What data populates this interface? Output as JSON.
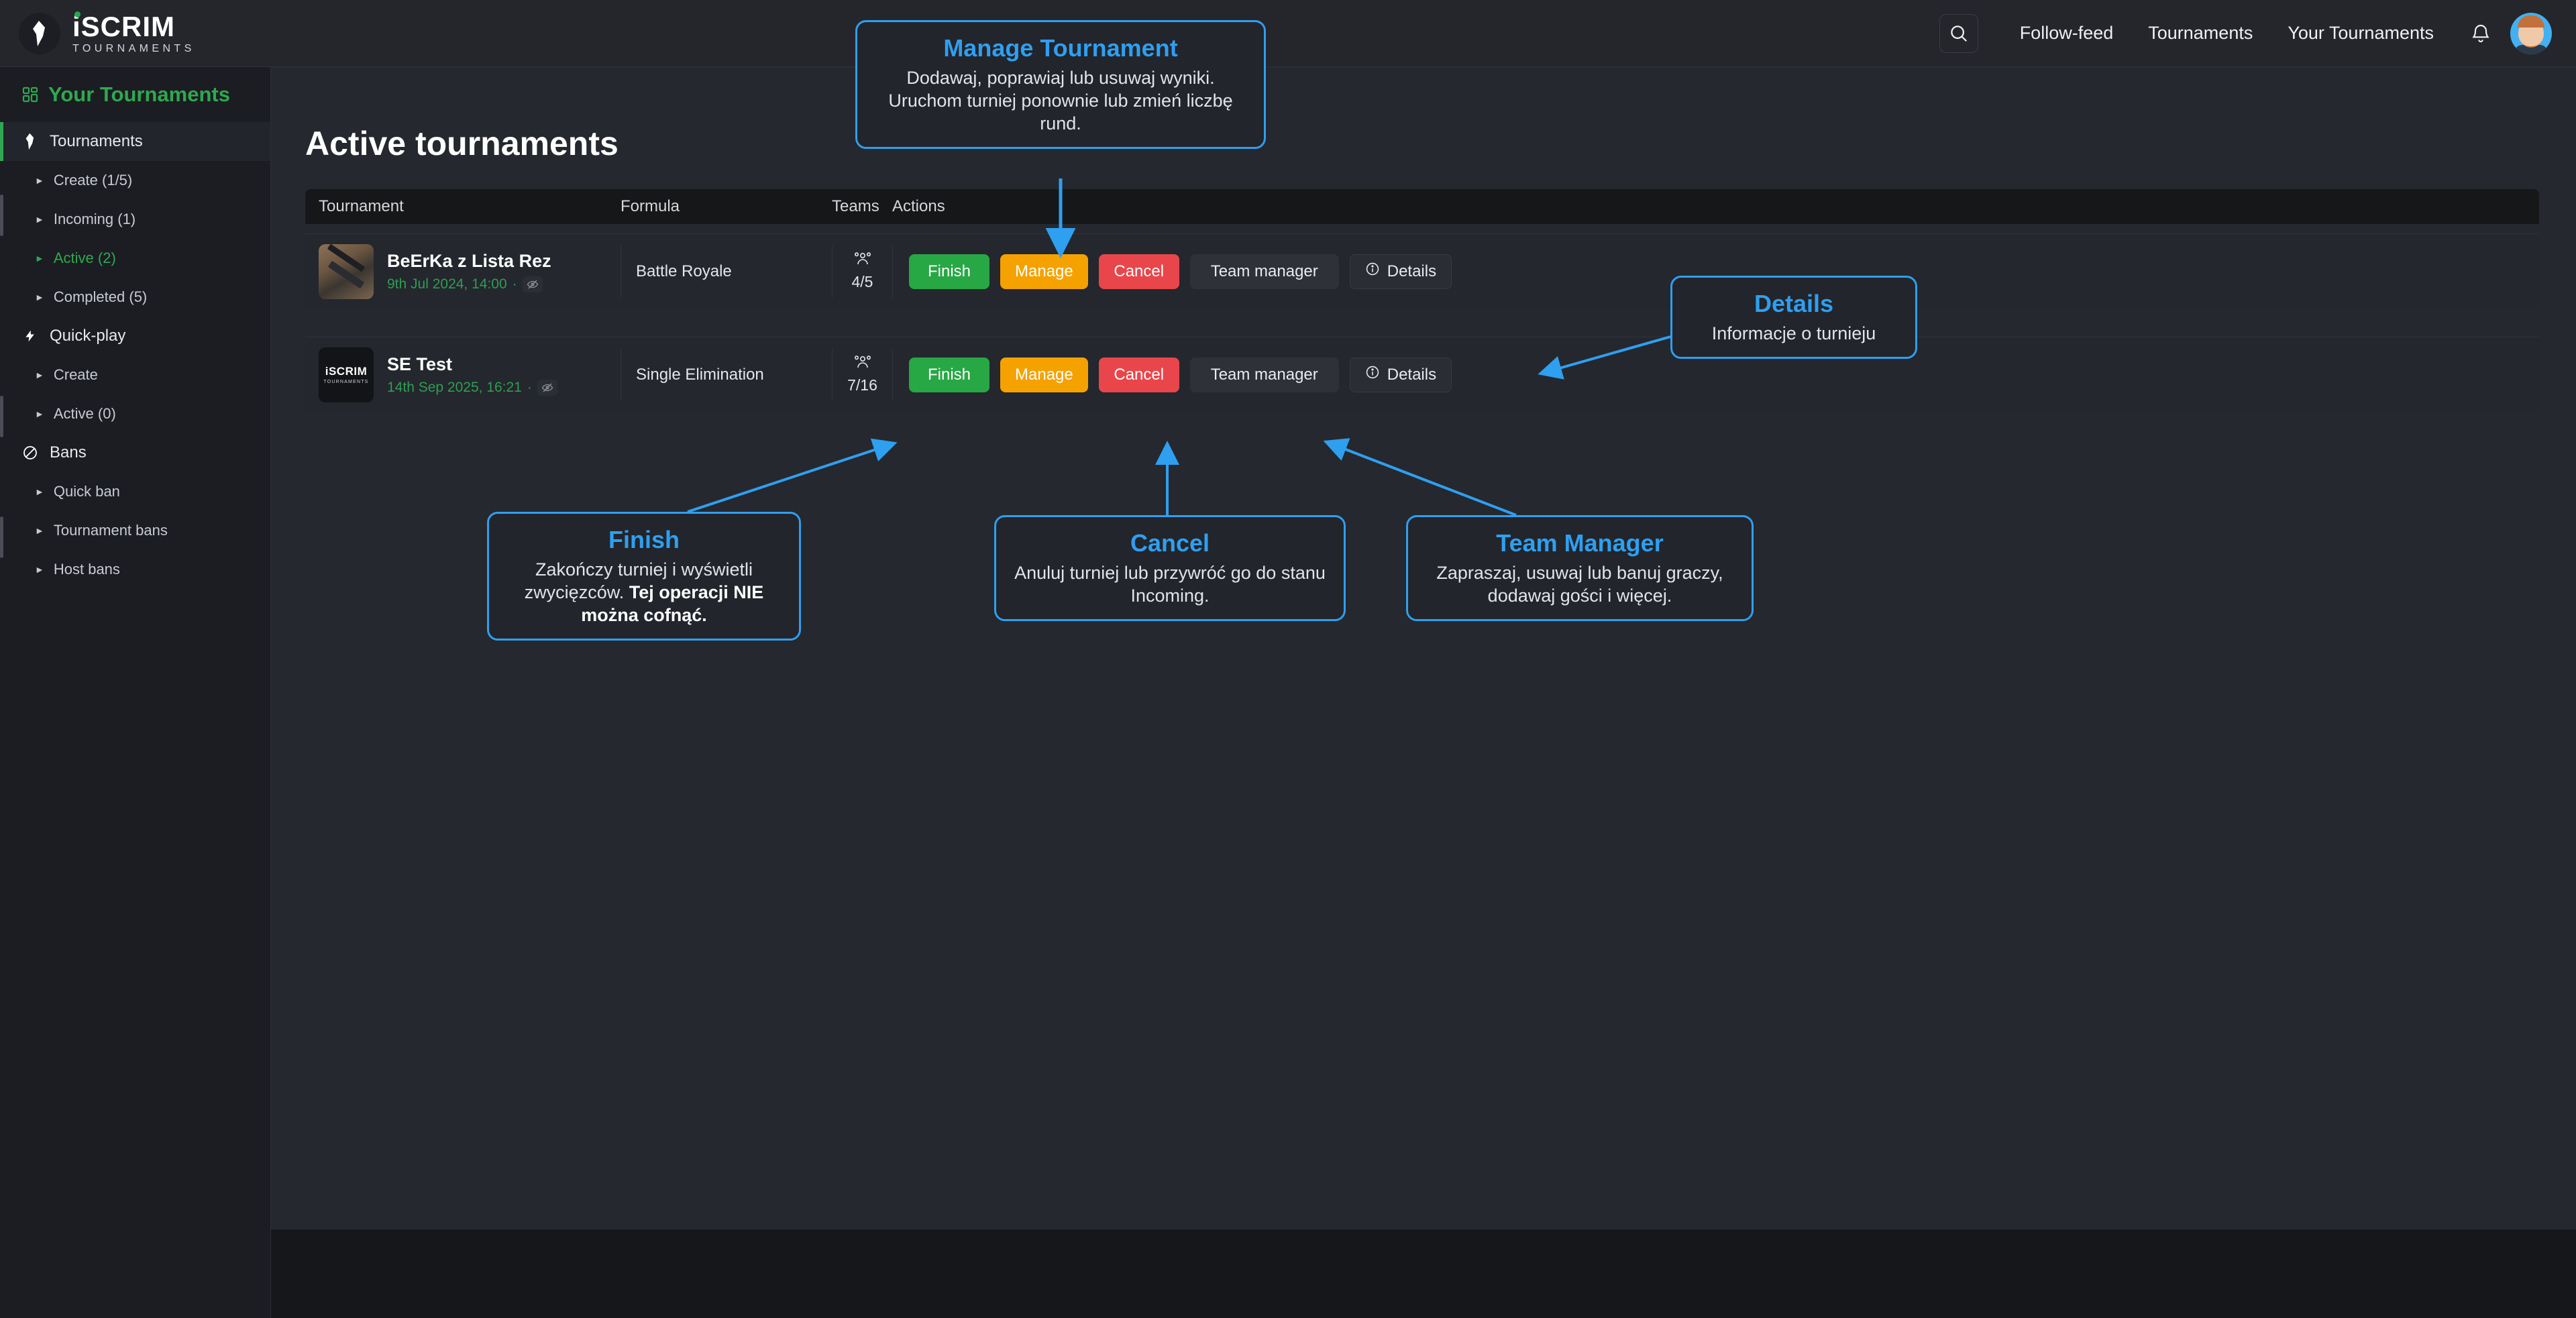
{
  "brand": {
    "title": "iSCRIM",
    "subtitle": "TOURNAMENTS"
  },
  "topnav": {
    "search_icon": "search-icon",
    "links": [
      {
        "label": "Follow-feed"
      },
      {
        "label": "Tournaments"
      },
      {
        "label": "Your Tournaments"
      }
    ],
    "bell_icon": "bell-icon",
    "avatar": "user-avatar"
  },
  "sidebar": {
    "header": {
      "label": "Your Tournaments",
      "icon": "grid-icon"
    },
    "groups": [
      {
        "icon": "flag-icon",
        "label": "Tournaments",
        "active": true,
        "children": [
          {
            "label": "Create (1/5)",
            "selected": false
          },
          {
            "label": "Incoming (1)",
            "selected": false
          },
          {
            "label": "Active (2)",
            "selected": true
          },
          {
            "label": "Completed (5)",
            "selected": false
          }
        ]
      },
      {
        "icon": "bolt-icon",
        "label": "Quick-play",
        "active": false,
        "children": [
          {
            "label": "Create",
            "selected": false
          },
          {
            "label": "Active (0)",
            "selected": false
          }
        ]
      },
      {
        "icon": "ban-icon",
        "label": "Bans",
        "active": false,
        "children": [
          {
            "label": "Quick ban",
            "selected": false
          },
          {
            "label": "Tournament bans",
            "selected": false
          },
          {
            "label": "Host bans",
            "selected": false
          }
        ]
      }
    ]
  },
  "main": {
    "menu_icon": "hamburger-icon",
    "page_title": "Active tournaments",
    "table": {
      "columns": [
        "Tournament",
        "Formula",
        "Teams",
        "Actions"
      ],
      "rows": [
        {
          "thumb": "knife-photo",
          "name": "BeErKa z Lista Rez",
          "date": "9th Jul 2024, 14:00",
          "visibility_icon": "eye-slash-icon",
          "formula": "Battle Royale",
          "teams": "4/5",
          "teams_icon": "users-icon",
          "actions": [
            {
              "label": "Finish",
              "kind": "finish"
            },
            {
              "label": "Manage",
              "kind": "manage"
            },
            {
              "label": "Cancel",
              "kind": "cancel"
            },
            {
              "label": "Team manager",
              "kind": "team"
            },
            {
              "label": "Details",
              "kind": "details",
              "icon": "info-icon"
            }
          ]
        },
        {
          "thumb": "iscrim-logo",
          "thumb_line1": "iSCRIM",
          "thumb_line2": "TOURNAMENTS",
          "name": "SE Test",
          "date": "14th Sep 2025, 16:21",
          "visibility_icon": "eye-slash-icon",
          "formula": "Single Elimination",
          "teams": "7/16",
          "teams_icon": "users-icon",
          "actions": [
            {
              "label": "Finish",
              "kind": "finish"
            },
            {
              "label": "Manage",
              "kind": "manage"
            },
            {
              "label": "Cancel",
              "kind": "cancel"
            },
            {
              "label": "Team manager",
              "kind": "team"
            },
            {
              "label": "Details",
              "kind": "details",
              "icon": "info-icon"
            }
          ]
        }
      ]
    }
  },
  "callouts": {
    "manage": {
      "title": "Manage Tournament",
      "body": "Dodawaj, poprawiaj lub usuwaj wyniki. Uruchom turniej ponownie lub zmień liczbę rund."
    },
    "details": {
      "title": "Details",
      "body": "Informacje o turnieju"
    },
    "finish": {
      "title": "Finish",
      "body_plain": "Zakończy turniej i wyświetli zwycięzców. ",
      "body_bold": "Tej operacji NIE można cofnąć."
    },
    "cancel": {
      "title": "Cancel",
      "body": "Anuluj turniej lub przywróć go do stanu Incoming."
    },
    "team": {
      "title": "Team Manager",
      "body": "Zapraszaj, usuwaj lub banuj graczy, dodawaj gości i więcej."
    }
  },
  "colors": {
    "accent_blue": "#2f9ff0",
    "accent_green": "#2fa84f",
    "finish": "#28a745",
    "manage": "#f5a201",
    "cancel": "#e8464b",
    "page_bg": "#25282e",
    "sidebar_bg": "#1b1d22",
    "topbar_bg": "#24262c"
  }
}
